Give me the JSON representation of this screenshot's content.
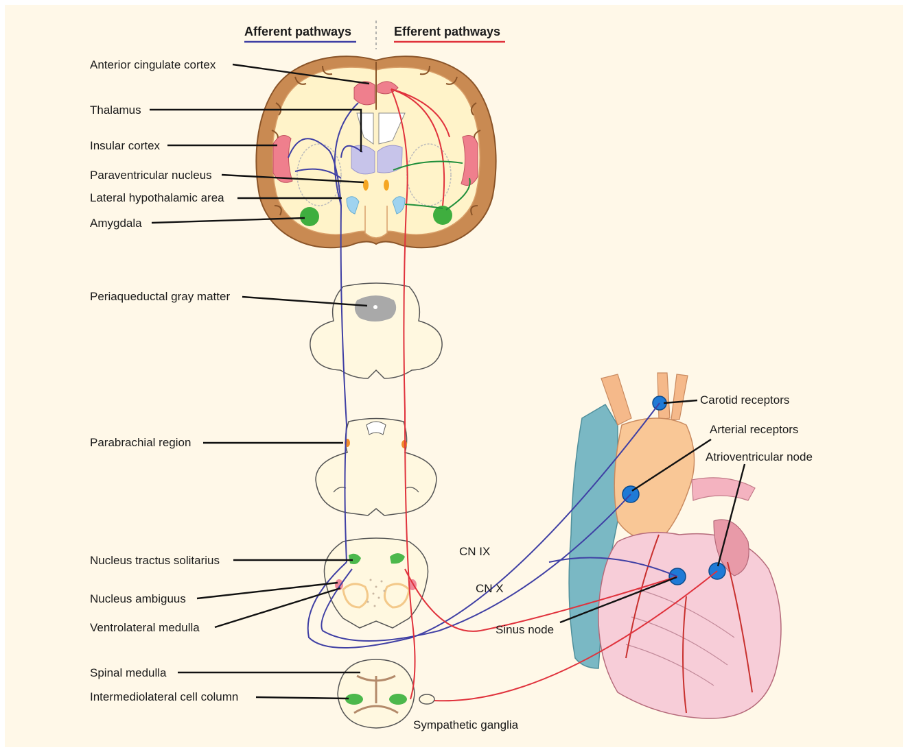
{
  "headers": {
    "afferent": "Afferent pathways",
    "efferent": "Efferent pathways"
  },
  "labels": {
    "anterior_cingulate_cortex": "Anterior cingulate cortex",
    "thalamus": "Thalamus",
    "insular_cortex": "Insular cortex",
    "paraventricular_nucleus": "Paraventricular nucleus",
    "lateral_hypothalamic_area": "Lateral hypothalamic area",
    "amygdala": "Amygdala",
    "periaqueductal_gray_matter": "Periaqueductal gray matter",
    "parabrachial_region": "Parabrachial region",
    "nucleus_tractus_solitarius": "Nucleus tractus solitarius",
    "nucleus_ambiguus": "Nucleus ambiguus",
    "ventrolateral_medulla": "Ventrolateral medulla",
    "spinal_medulla": "Spinal medulla",
    "intermediolateral_cell_column": "Intermediolateral cell column",
    "sympathetic_ganglia": "Sympathetic ganglia",
    "carotid_receptors": "Carotid receptors",
    "arterial_receptors": "Arterial receptors",
    "atrioventricular_node": "Atrioventricular node",
    "sinus_node": "Sinus node",
    "cn_ix": "CN IX",
    "cn_x": "CN X"
  },
  "colors": {
    "afferent": "#3f3fa4",
    "efferent": "#e0323c",
    "limbic_link": "#1f8f3a",
    "background": "#fff8e8"
  }
}
